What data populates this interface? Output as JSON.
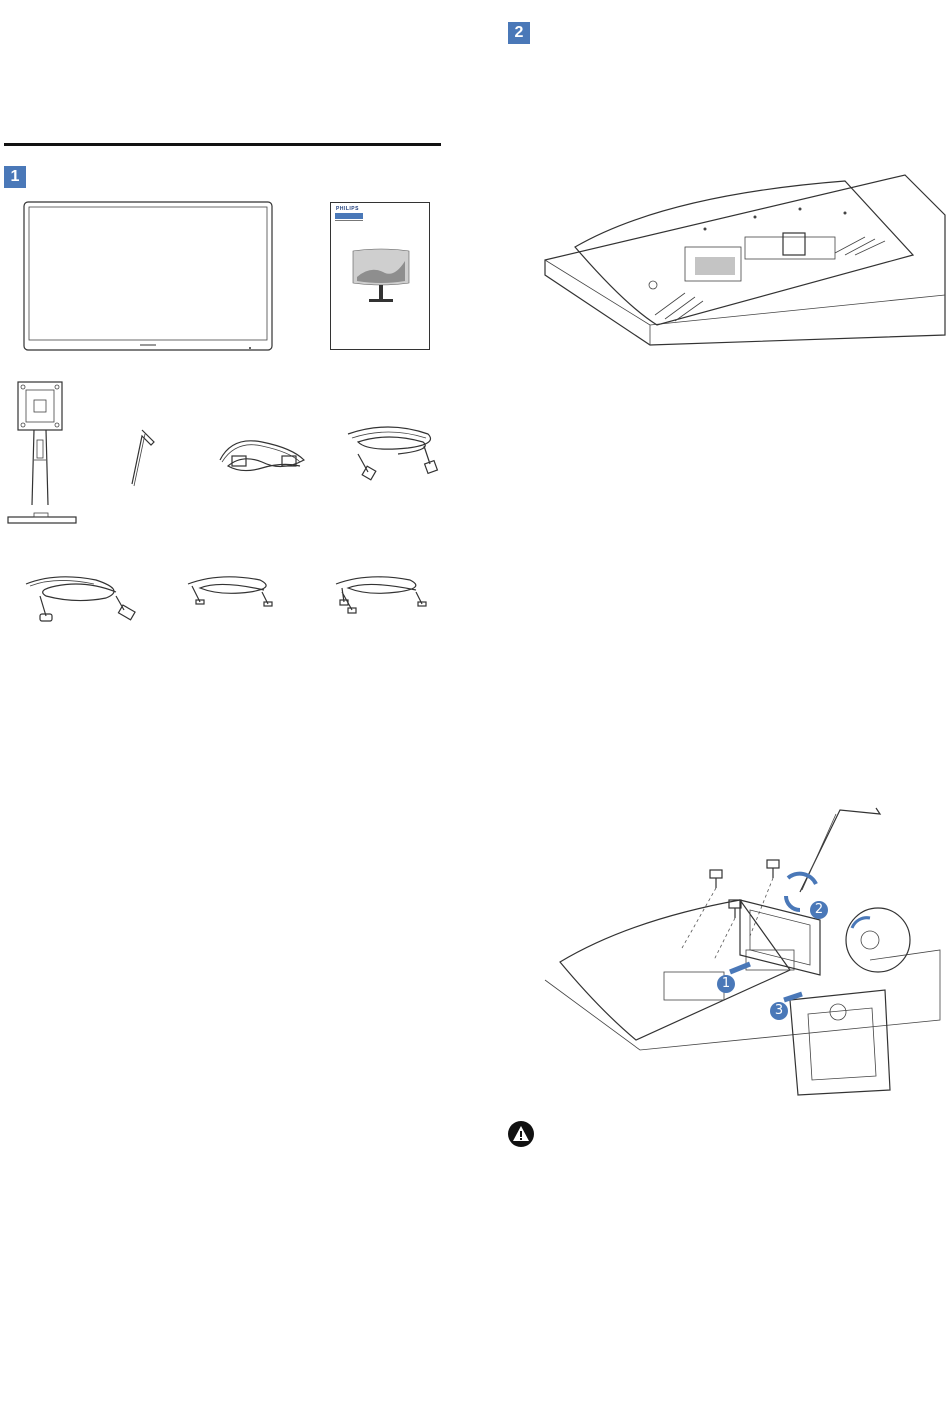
{
  "section1": {
    "step_label": "1"
  },
  "section2": {
    "step_label": "2"
  },
  "package": {
    "brand": "PHILIPS"
  },
  "assembly": {
    "callouts": [
      "1",
      "2",
      "3"
    ]
  },
  "colors": {
    "accent": "#4a78b8",
    "rule": "#111111"
  },
  "icons": [
    "warning-icon"
  ]
}
